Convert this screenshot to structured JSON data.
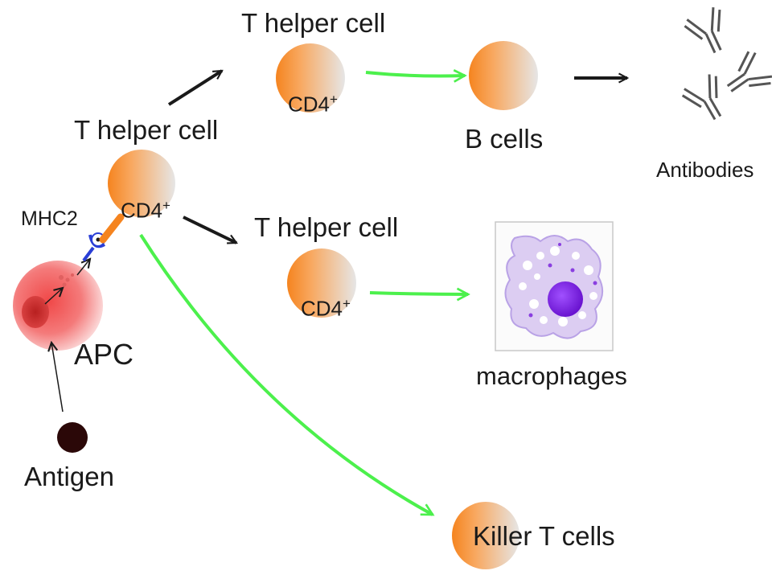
{
  "labels": {
    "th_top": "T helper cell",
    "th_left": "T helper cell",
    "th_mid": "T helper cell",
    "cd4_base": "CD4",
    "cd4_sup": "+",
    "b_cells": "B cells",
    "antibodies": "Antibodies",
    "macrophages": "macrophages",
    "killer_t": "Killer T cells",
    "mhc2": "MHC2",
    "apc": "APC",
    "antigen": "Antigen"
  },
  "colors": {
    "t_cell_orange": "#f5841f",
    "t_cell_grey": "#e6e6e6",
    "apc_red": "#f05a5a",
    "apc_pink": "#fbd0d0",
    "antigen": "#2b0808",
    "arrow_black": "#1a1a1a",
    "arrow_green": "#4cf04c",
    "mhc_blue": "#2a3fd6",
    "macrophage_body": "#d8c8f0",
    "macrophage_nucleus": "#7a1fe0"
  }
}
